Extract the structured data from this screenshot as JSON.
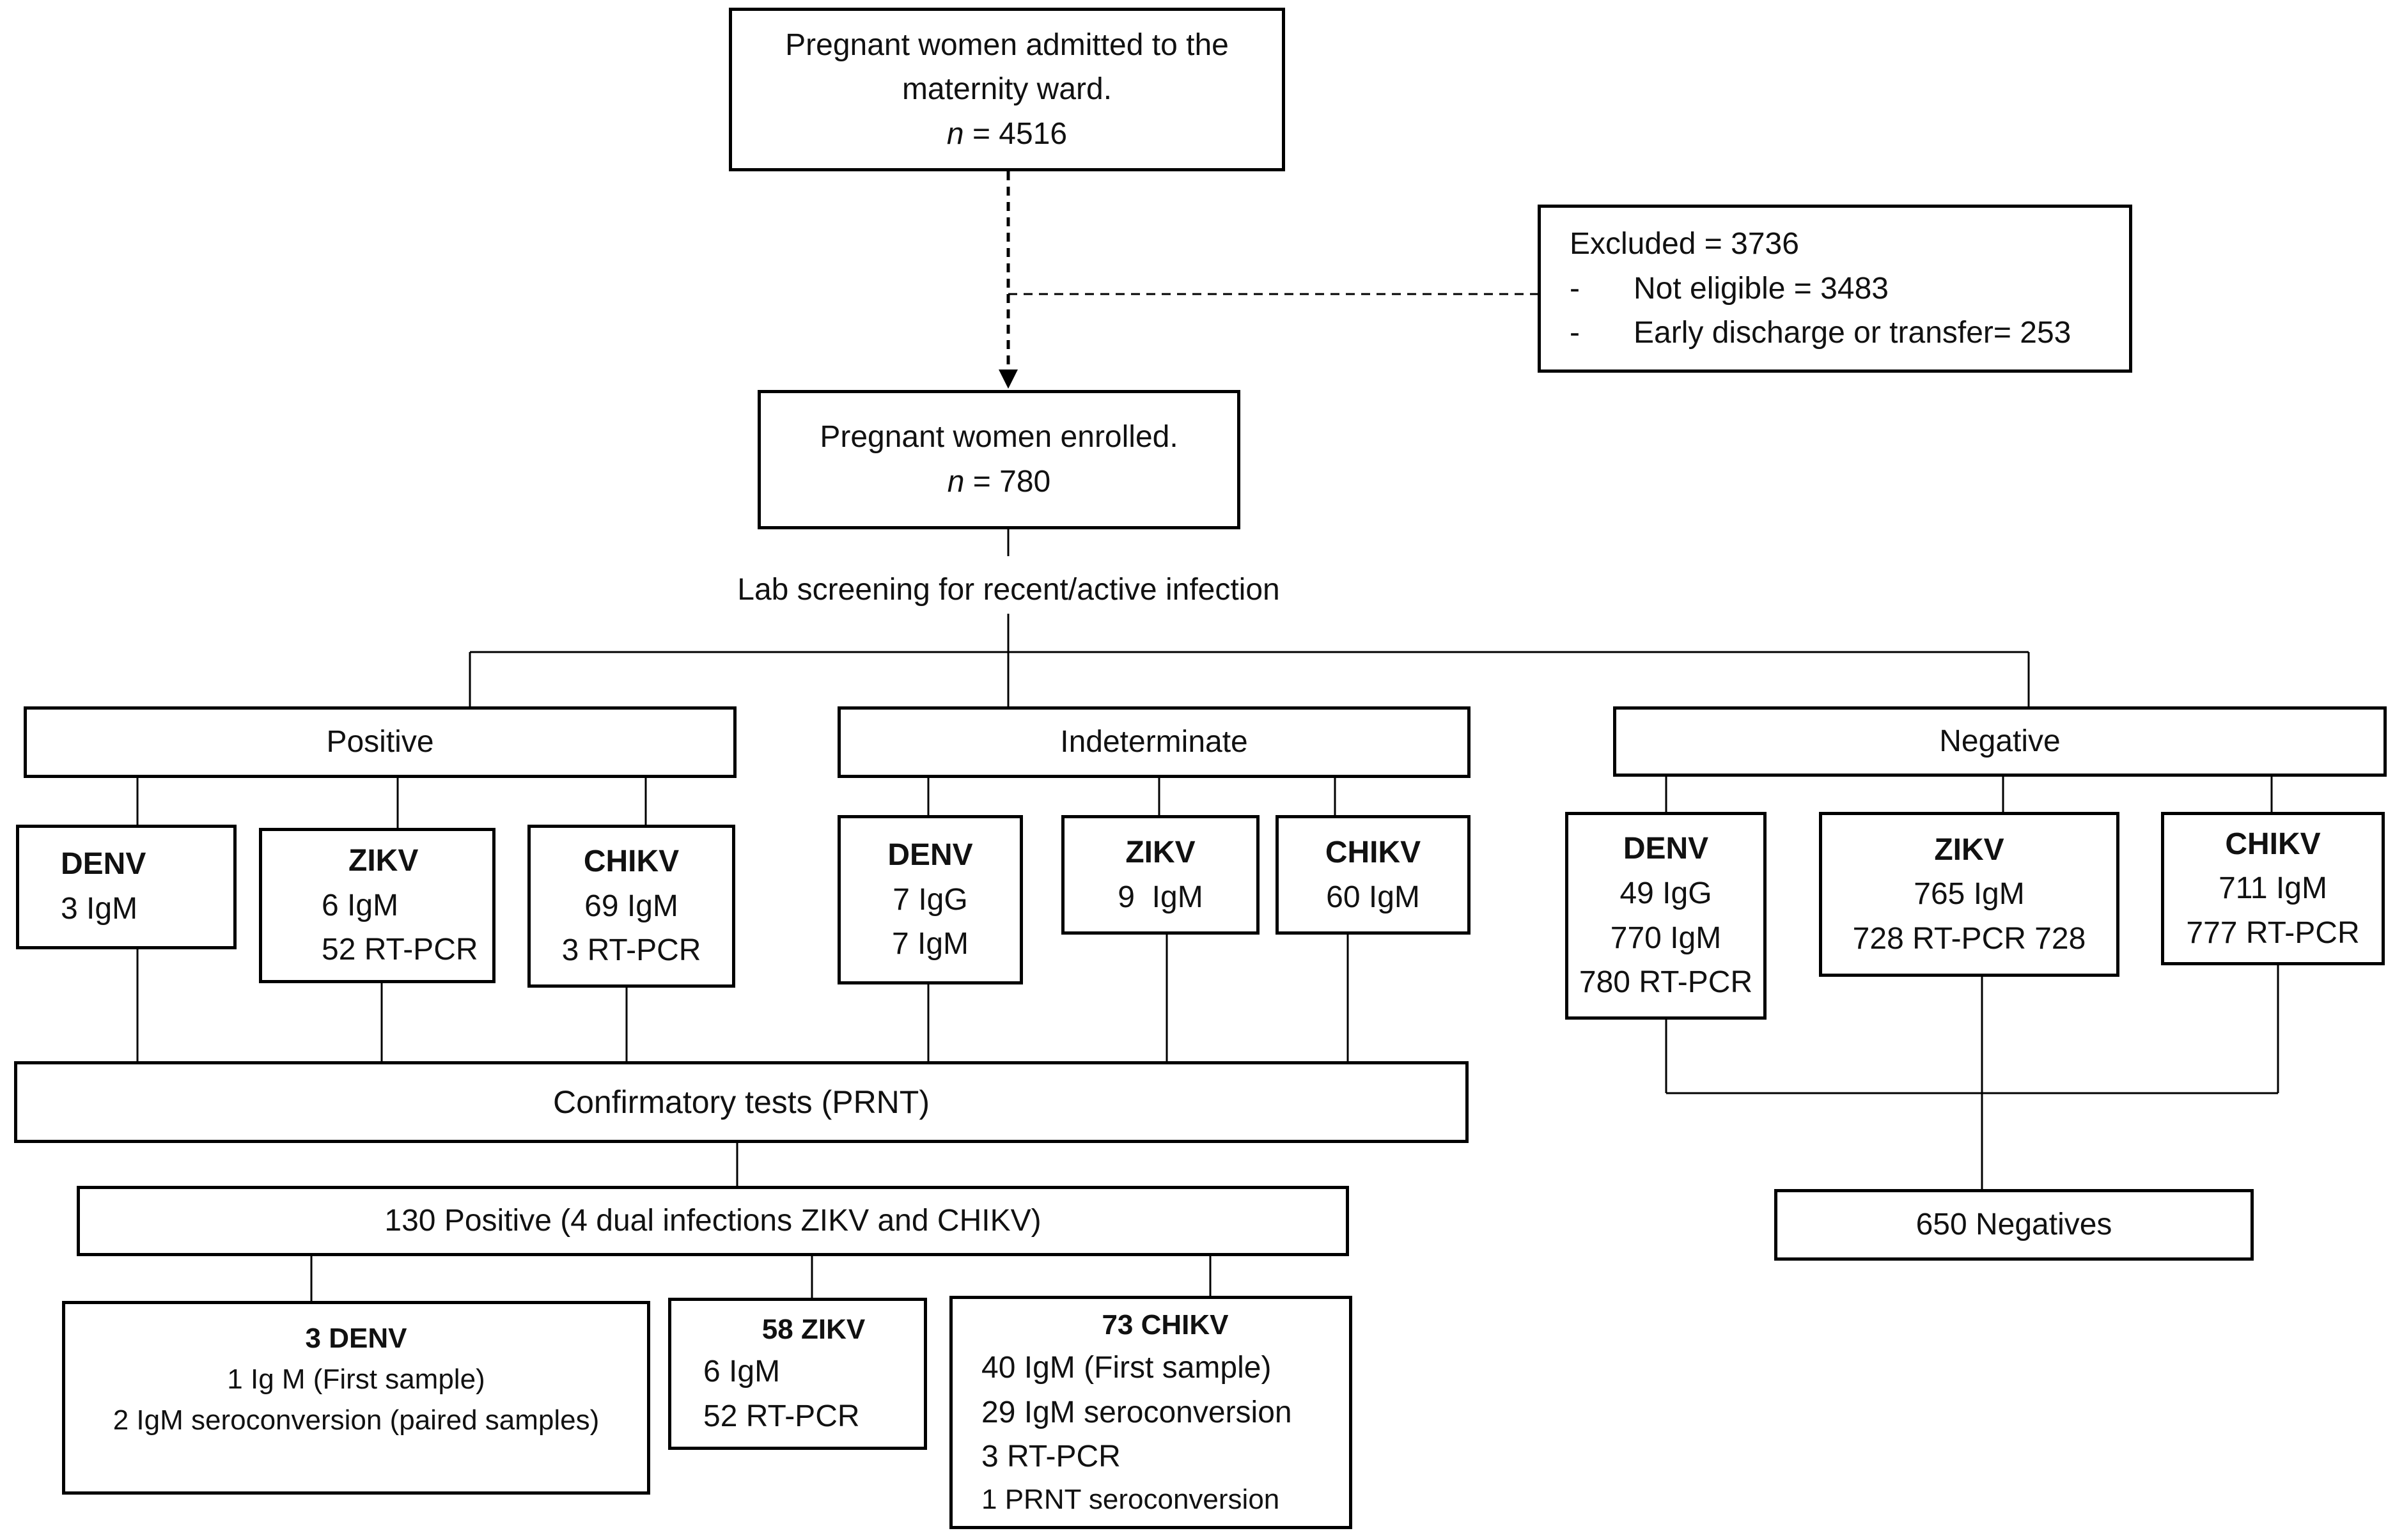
{
  "admitted": {
    "line1": "Pregnant women admitted to the",
    "line2": "maternity ward.",
    "n_label": "n",
    "n_value": "= 4516"
  },
  "excluded": {
    "title": "Excluded = 3736",
    "bullet": "-",
    "item1": "Not eligible = 3483",
    "item2": "Early discharge or transfer= 253"
  },
  "enrolled": {
    "line1": "Pregnant women enrolled.",
    "n_label": "n",
    "n_value": "= 780"
  },
  "screening_label": "Lab screening for recent/active infection",
  "positive": {
    "header": "Positive",
    "denv": {
      "name": "DENV",
      "lines": [
        "3 IgM"
      ]
    },
    "zikv": {
      "name": "ZIKV",
      "lines": [
        "6 IgM",
        "52 RT-PCR"
      ]
    },
    "chikv": {
      "name": "CHIKV",
      "lines": [
        "69 IgM",
        "3 RT-PCR"
      ]
    }
  },
  "indeterminate": {
    "header": "Indeterminate",
    "denv": {
      "name": "DENV",
      "lines": [
        "7 IgG",
        "7 IgM"
      ]
    },
    "zikv": {
      "name": "ZIKV",
      "lines": [
        "9  IgM"
      ]
    },
    "chikv": {
      "name": "CHIKV",
      "lines": [
        "60 IgM"
      ]
    }
  },
  "negative": {
    "header": "Negative",
    "denv": {
      "name": "DENV",
      "lines": [
        "49 IgG",
        "770 IgM",
        "780 RT-PCR"
      ]
    },
    "zikv": {
      "name": "ZIKV",
      "lines": [
        "765 IgM",
        "728 RT-PCR 728"
      ]
    },
    "chikv": {
      "name": "CHIKV",
      "lines": [
        "711 IgM",
        "777 RT-PCR"
      ]
    }
  },
  "confirmatory": "Confirmatory tests (PRNT)",
  "positive_total": "130 Positive (4 dual infections ZIKV and CHIKV)",
  "negatives_total": "650 Negatives",
  "final": {
    "denv": {
      "title": "3 DENV",
      "lines": [
        "1 Ig M (First sample)",
        "2 IgM seroconversion (paired samples)"
      ]
    },
    "zikv": {
      "title": "58 ZIKV",
      "lines": [
        "6 IgM",
        "52 RT-PCR"
      ]
    },
    "chikv": {
      "title": "73 CHIKV",
      "lines": [
        "40 IgM (First sample)",
        "29 IgM seroconversion",
        "3 RT-PCR",
        "1 PRNT seroconversion"
      ]
    }
  }
}
